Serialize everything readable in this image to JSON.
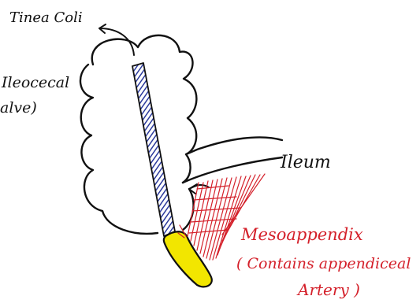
{
  "labels": {
    "tinea_coli": "Tinea Coli",
    "ileocecal_line1": "Ileocecal",
    "ileocecal_line2": "alve)",
    "ileum": "Ileum",
    "mesoappendix": "Mesoappendix",
    "contains_line1": "( Contains appendiceal",
    "contains_line2": "Artery )"
  },
  "colors": {
    "ink": "#111111",
    "taenia_band": "#2b3a9c",
    "appendix_fill": "#f2e600",
    "mesoappendix_red": "#d4202a"
  }
}
